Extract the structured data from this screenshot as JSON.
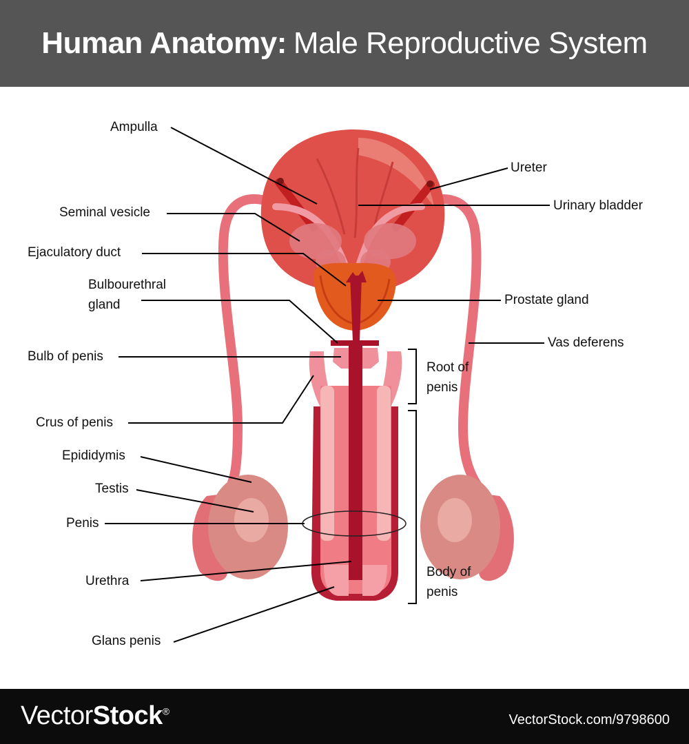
{
  "header": {
    "title_bold": "Human Anatomy:",
    "title_light": "Male Reproductive System"
  },
  "labels": {
    "ampulla": "Ampulla",
    "seminal_vesicle": "Seminal vesicle",
    "ejaculatory_duct": "Ejaculatory duct",
    "bulbourethral_line1": "Bulbourethral",
    "bulbourethral_line2": "gland",
    "bulb_of_penis": "Bulb of penis",
    "crus_of_penis": "Crus of penis",
    "epididymis": "Epididymis",
    "testis": "Testis",
    "penis": "Penis",
    "urethra": "Urethra",
    "glans_penis": "Glans penis",
    "ureter": "Ureter",
    "urinary_bladder": "Urinary bladder",
    "prostate_gland": "Prostate gland",
    "vas_deferens": "Vas deferens",
    "root_line1": "Root of",
    "root_line2": "penis",
    "body_line1": "Body of",
    "body_line2": "penis"
  },
  "footer": {
    "brand_light": "Vector",
    "brand_bold": "Stock",
    "brand_reg": "®",
    "url": "VectorStock.com/9798600"
  },
  "colors": {
    "header_bg": "#555555",
    "bladder": "#e0504a",
    "tube": "#e8707a",
    "dark_red": "#a8122a",
    "prostate": "#e35a1e",
    "testis": "#d98a84"
  }
}
